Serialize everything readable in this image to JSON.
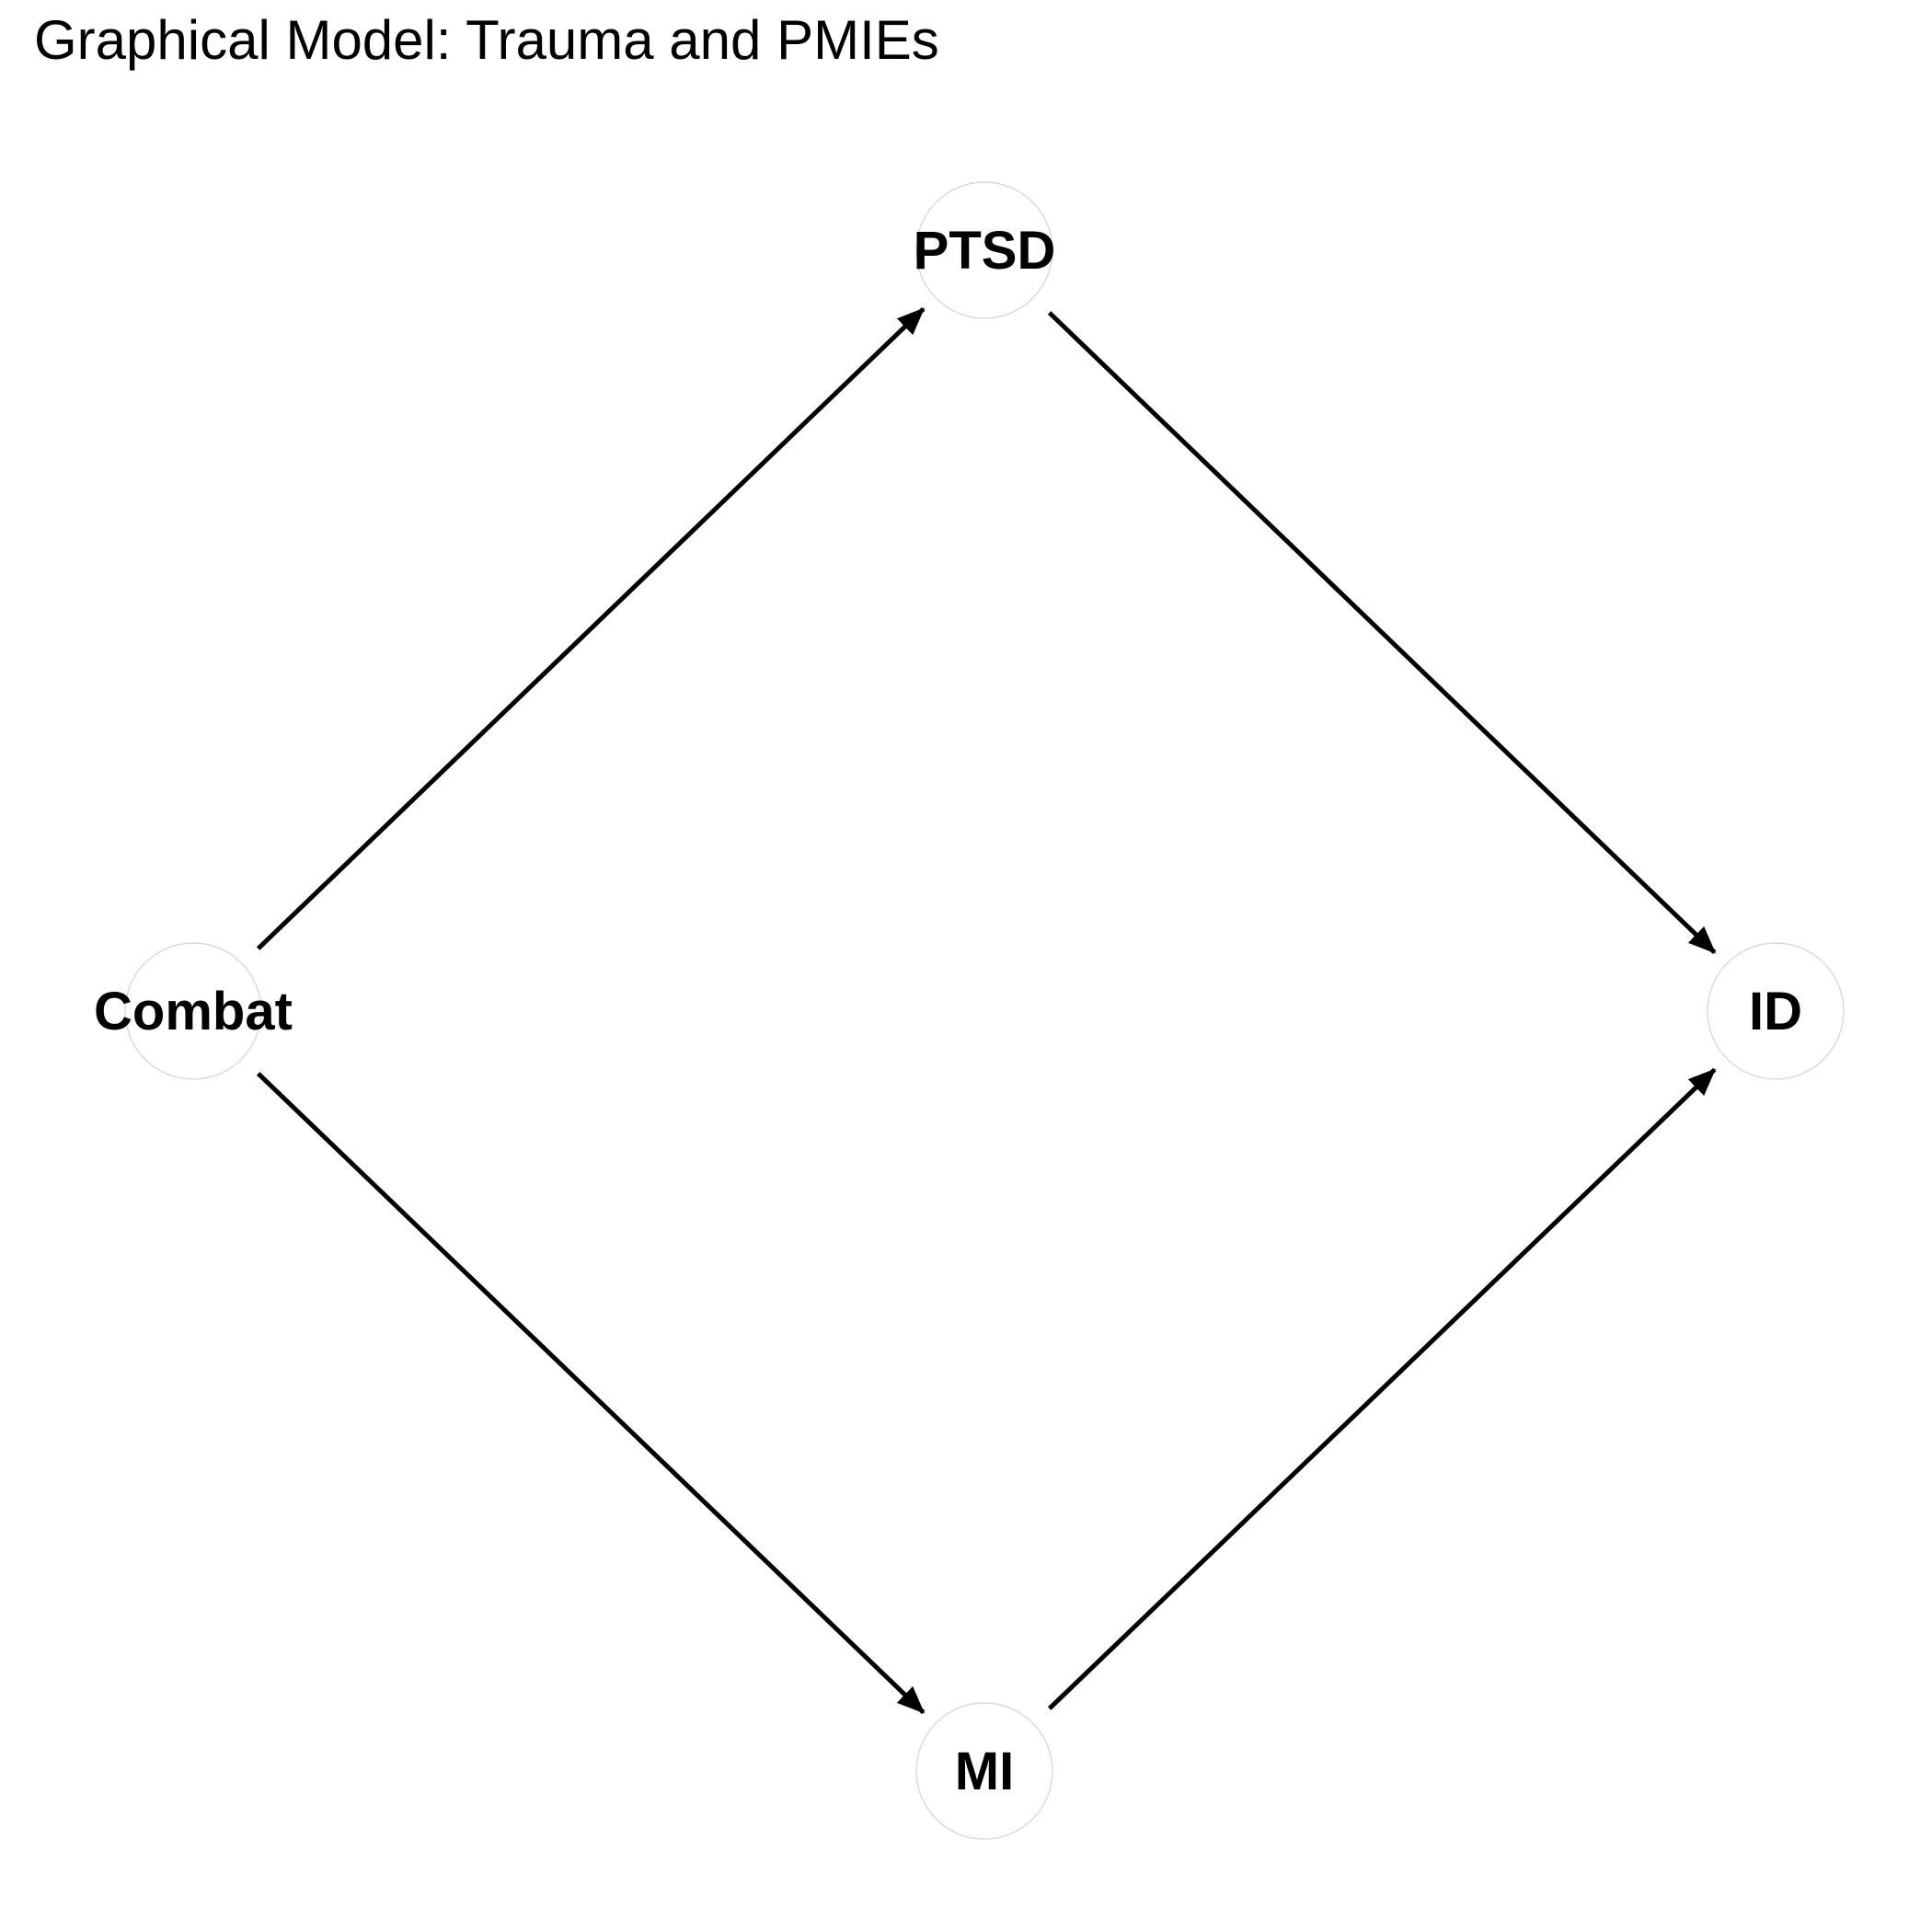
{
  "title": "Graphical Model: Trauma and PMIEs",
  "nodes": [
    {
      "id": "PTSD",
      "label": "PTSD"
    },
    {
      "id": "Combat",
      "label": "Combat"
    },
    {
      "id": "ID",
      "label": "ID"
    },
    {
      "id": "MI",
      "label": "MI"
    }
  ],
  "edges": [
    {
      "from": "Combat",
      "to": "PTSD"
    },
    {
      "from": "PTSD",
      "to": "ID"
    },
    {
      "from": "Combat",
      "to": "MI"
    },
    {
      "from": "MI",
      "to": "ID"
    }
  ],
  "colors": {
    "edge": "#000000",
    "node_fill": "#ffffff",
    "node_stroke": "#d4d4d4",
    "label": "#000000"
  }
}
